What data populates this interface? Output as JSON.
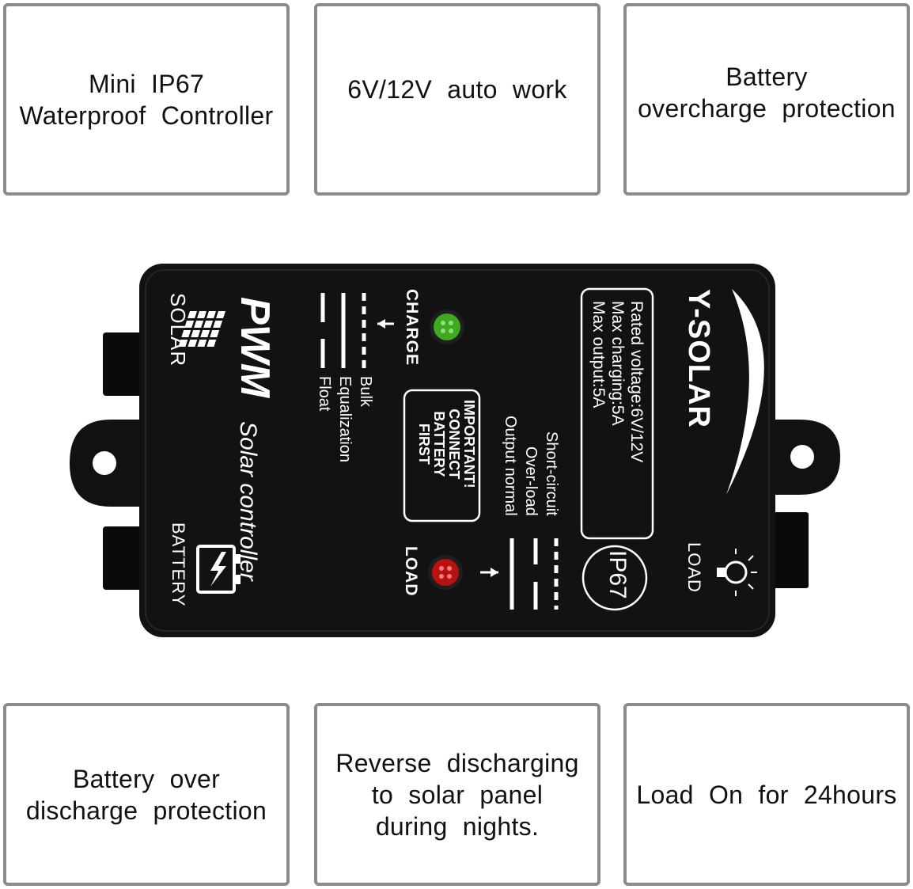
{
  "features": {
    "box1": [
      "Mini  IP67",
      "Waterproof  Controller"
    ],
    "box2": [
      "6V/12V  auto  work"
    ],
    "box3": [
      "Battery",
      "overcharge  protection"
    ],
    "box4": [
      "Battery  over",
      "discharge  protection"
    ],
    "box5": [
      "Reverse  discharging",
      "to  solar  panel",
      "during  nights."
    ],
    "box6": [
      "Load  On  for  24hours"
    ]
  },
  "device": {
    "brand": "Y-SOLAR",
    "specs": [
      "Rated voltage:6V/12V",
      "Max charging:5A",
      "Max output:5A"
    ],
    "rating": "IP67",
    "product_type": "PWM",
    "product_name": "Solar controller",
    "solar_port": "SOLAR",
    "battery_port": "BATTERY",
    "load_port": "LOAD",
    "charge_led": "CHARGE",
    "load_led": "LOAD",
    "charge_modes": [
      "Bulk",
      "Equalization",
      "Float"
    ],
    "warning": [
      "IMPORTANT!",
      "CONNECT",
      "BATTERY",
      "FIRST"
    ],
    "load_modes": [
      "Short-circuit",
      "Over-load",
      "Output normal"
    ]
  },
  "colors": {
    "body": "#121212",
    "text": "#ffffff",
    "charge_led": "#3faa20",
    "load_led": "#b81212",
    "border": "#8a8a8a"
  },
  "icons": [
    "solar-panel-icon",
    "battery-icon",
    "bulb-icon",
    "arrow-icon"
  ]
}
